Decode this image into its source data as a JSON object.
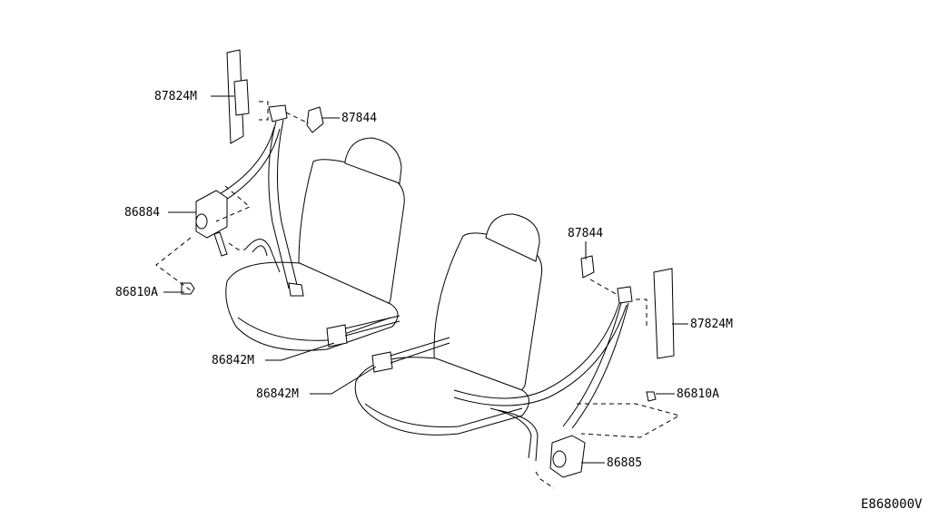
{
  "diagram": {
    "labels": {
      "upper_guide": "87824M",
      "upper_cover": "87844",
      "left_retractor": "86884",
      "left_bolt": "86810A",
      "buckle_driver": "86842M",
      "buckle_passenger": "86842M",
      "right_cover": "87844",
      "right_guide": "87824M",
      "right_bolt": "86810A",
      "right_retractor": "86885"
    },
    "figure_code": "E868000V"
  }
}
